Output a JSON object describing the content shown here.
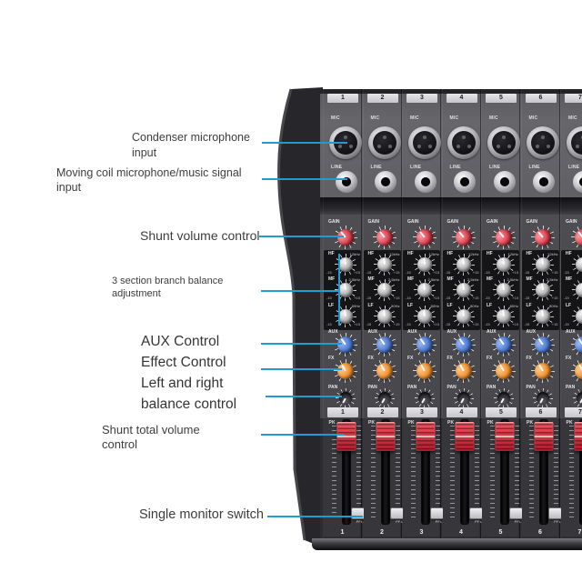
{
  "colors": {
    "leader_line": "#1e9cd4",
    "panel_jack": "#66666b",
    "panel_control": "#48484c",
    "panel_fader": "#2d2d31",
    "eq_block": "#151517",
    "knob_gain": "#d8404e",
    "knob_eq": "#b6b6b8",
    "knob_aux": "#4b79d2",
    "knob_fx": "#f09232",
    "knob_pan": "#2e2e33",
    "fader_cap": "#d43945",
    "side_body": "#27272b",
    "label_text": "#3d3d3d"
  },
  "annotations": {
    "condenser": {
      "line1": "Condenser microphone",
      "line2": "input"
    },
    "moving_coil": {
      "line1": "Moving coil microphone/music signal",
      "line2": "input"
    },
    "shunt_volume": {
      "line1": "Shunt volume control"
    },
    "branch_balance": {
      "line1": "3 section branch balance",
      "line2": "adjustment"
    },
    "aux_block": {
      "line1": "AUX Control",
      "line2": "Effect Control",
      "line3": "Left and right",
      "line4": "balance control"
    },
    "shunt_total": {
      "line1": "Shunt total volume",
      "line2": "control"
    },
    "monitor": {
      "line1": "Single monitor switch"
    }
  },
  "mixer": {
    "channel_numbers": [
      "1",
      "2",
      "3",
      "4",
      "5",
      "6",
      "7"
    ],
    "jack_labels": {
      "mic": "MIC",
      "line": "LINE"
    },
    "knob_labels": {
      "gain": "GAIN",
      "hf": "HF",
      "mf": "MF",
      "lf": "LF",
      "aux": "AUX",
      "fx": "FX",
      "pan": "PAN"
    },
    "eq_freqs": {
      "hf": "12kHz",
      "mf": "2.5kHz",
      "lf": "80Hz"
    },
    "eq_scale": {
      "min": "-15",
      "max": "+15"
    },
    "fader_labels": {
      "pk": "PK",
      "pfl": "PFL"
    }
  }
}
